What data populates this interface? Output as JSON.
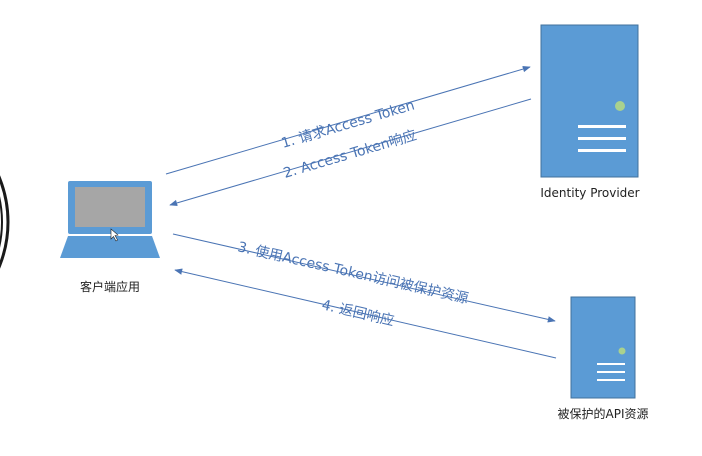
{
  "nodes": {
    "client_label": "客户端应用",
    "identity_provider_label": "Identity Provider",
    "api_resource_label": "被保护的API资源"
  },
  "arrows": {
    "step1": "1. 请求Access Token",
    "step2": "2. Access Token响应",
    "step3": "3. 使用Access Token访问被保护资源",
    "step4": "4. 返回响应"
  },
  "colors": {
    "accent": "#5b9bd5",
    "accent_dark": "#41719c",
    "arrow": "#4a74b4",
    "server_indicator": "#a9d18e",
    "screen": "#a6a6a6"
  },
  "icons": {
    "client": "laptop-icon",
    "identity_provider": "server-icon",
    "api_resource": "server-icon"
  }
}
